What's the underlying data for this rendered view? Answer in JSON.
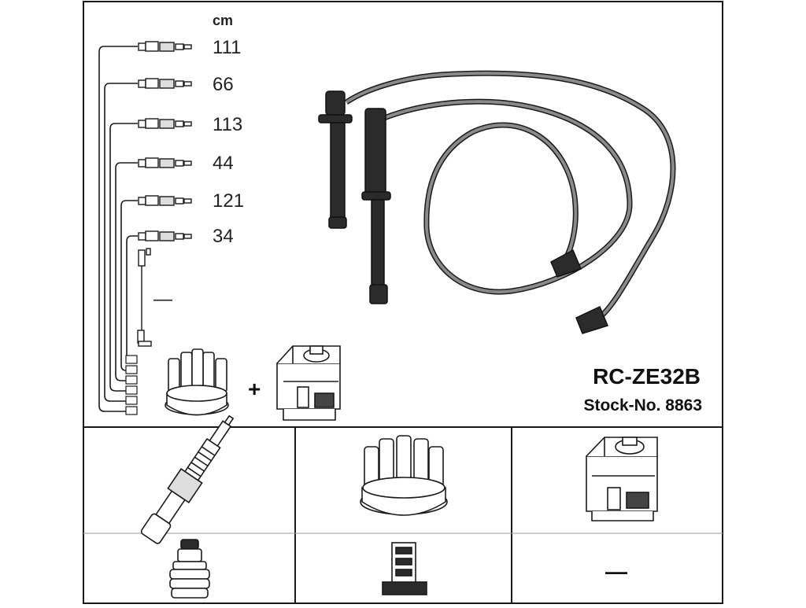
{
  "unit_label": "cm",
  "cable_lengths": [
    "111",
    "66",
    "113",
    "44",
    "121",
    "34"
  ],
  "coil_lead_symbol": "—",
  "plus_sign": "+",
  "part_number": "RC-ZE32B",
  "stock_number": "Stock-No. 8863",
  "components": [
    {
      "icon": "spark-plug-icon"
    },
    {
      "icon": "distributor-cap-icon"
    },
    {
      "icon": "ignition-coil-icon"
    }
  ],
  "connectors": [
    {
      "icon": "plug-boot-icon",
      "label": ""
    },
    {
      "icon": "cap-terminal-icon",
      "label": ""
    },
    {
      "icon": "none",
      "label": "—"
    }
  ],
  "colors": {
    "line": "#1a1a1a",
    "cable_gray": "#7a7a7a",
    "boot_dark": "#2b2b2b"
  }
}
